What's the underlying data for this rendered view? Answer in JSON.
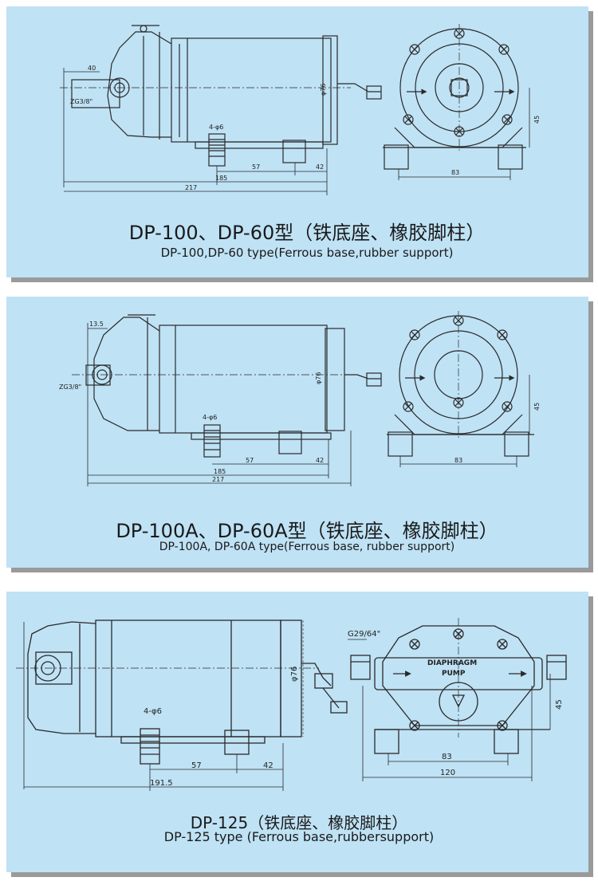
{
  "panels": [
    {
      "title_cn": "DP-100、DP-60型（铁底座、橡胶脚柱）",
      "title_en": "DP-100,DP-60 type(Ferrous base,rubber support)",
      "dims": {
        "flange": "40",
        "thread": "ZG3/8\"",
        "holes": "4-φ6",
        "diameter": "φ76",
        "d57": "57",
        "d42": "42",
        "d185": "185",
        "d217": "217",
        "d83": "83",
        "d45": "45"
      }
    },
    {
      "title_cn": "DP-100A、DP-60A型（铁底座、橡胶脚柱）",
      "title_en": "DP-100A,  DP-60A   type(Ferrous  base, rubber  support)",
      "dims": {
        "flange": "13.5",
        "thread": "ZG3/8\"",
        "holes": "4-φ6",
        "diameter": "φ76",
        "d57": "57",
        "d42": "42",
        "d185": "185",
        "d217": "217",
        "d83": "83",
        "d45": "45"
      }
    },
    {
      "title_cn": "DP-125（铁底座、橡胶脚柱）",
      "title_en": "DP-125 type (Ferrous    base,rubbersupport)",
      "dims": {
        "thread": "G29/64\"",
        "holes": "4-φ6",
        "diameter": "φ76",
        "d57": "57",
        "d42": "42",
        "d1915": "191.5",
        "d83": "83",
        "d120": "120",
        "d45": "45",
        "label1": "DIAPHRAGM",
        "label2": "PUMP"
      }
    }
  ],
  "colors": {
    "panel": "#bfe2f5",
    "shadow": "#9a9a9a",
    "line": "#2a2a2a"
  }
}
